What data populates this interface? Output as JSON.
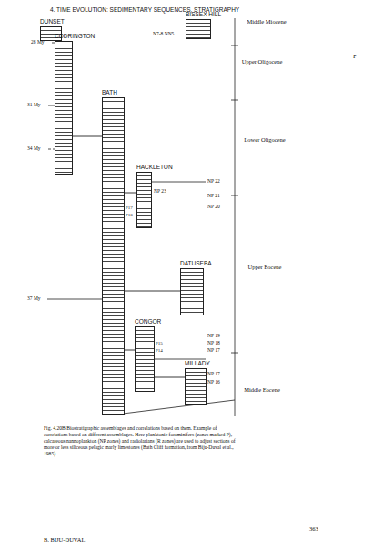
{
  "diagram": {
    "caption": "Fig. 4.20B Biostratigraphic assemblages and correlations based on them. Example of correlations based on different assemblages. Here planktonic foraminifers (zones marked P), calcareous nannoplankton (NP zones) and radiolarians (R zones) are used to adjust sections of more or less siliceous pelagic marly limestones (Bath Cliff formation, from Biju-Duval et al., 1985)",
    "nodes": [
      {
        "text": [
          "DUNSET"
        ]
      },
      {
        "text": [
          "BISSEX HILL"
        ]
      },
      {
        "text": [
          "CODRINGTON"
        ]
      },
      {
        "text": [
          "BATH"
        ]
      },
      {
        "text": [
          "HACKLETON"
        ]
      },
      {
        "text": [
          "DATUSEBA"
        ]
      },
      {
        "text": [
          "CONGOR"
        ]
      },
      {
        "text": [
          "MILLADY"
        ]
      }
    ],
    "edges": [
      {
        "from": 2,
        "to": 3,
        "arrow": "none"
      },
      {
        "from": 3,
        "to": 4,
        "arrow": "none"
      },
      {
        "from": 3,
        "to": 5,
        "arrow": "none"
      },
      {
        "from": 3,
        "to": 6,
        "arrow": "none"
      },
      {
        "from": 6,
        "to": 7,
        "arrow": "none"
      }
    ],
    "labels": [
      "4. TIME EVOLUTION: SEDIMENTARY SEQUENCES, STRATIGRAPHY",
      "F",
      "28 My",
      "31 My",
      "34 My",
      "37 My",
      "N7-8 NN5",
      "NP 23",
      "NP 22",
      "NP 21",
      "NP 20",
      "P17",
      "P16",
      "P15",
      "P14",
      "NP 19",
      "NP 18",
      "NP 17",
      "NP 17",
      "NP 16",
      "Middle Miocene",
      "Upper Oligocene",
      "Lower Oligocene",
      "Upper Eocene",
      "Middle Eocene",
      "B. BIJU-DUVAL",
      "363"
    ]
  }
}
